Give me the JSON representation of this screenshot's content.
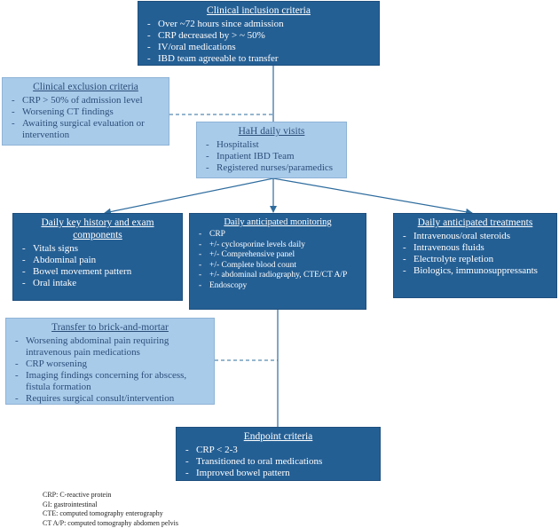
{
  "boxes": {
    "inclusion": {
      "title": "Clinical inclusion criteria",
      "items": [
        "Over ~72 hours since admission",
        "CRP decreased by > ~ 50%",
        "IV/oral medications",
        "IBD team agreeable to transfer"
      ]
    },
    "exclusion": {
      "title": "Clinical exclusion criteria",
      "items": [
        "CRP > 50% of admission level",
        "Worsening CT findings",
        "Awaiting surgical evaluation or intervention"
      ]
    },
    "hah": {
      "title": "HaH daily visits",
      "items": [
        "Hospitalist",
        "Inpatient IBD Team",
        "Registered nurses/paramedics"
      ]
    },
    "history": {
      "title": "Daily key history and exam components",
      "items": [
        "Vitals signs",
        "Abdominal pain",
        "Bowel movement pattern",
        "Oral intake"
      ]
    },
    "monitoring": {
      "title": "Daily anticipated monitoring",
      "items": [
        "CRP",
        "+/- cyclosporine levels daily",
        "+/- Comprehensive panel",
        "+/- Complete blood count",
        "+/- abdominal radiography, CTE/CT A/P",
        "Endoscopy"
      ]
    },
    "treatments": {
      "title": "Daily anticipated treatments",
      "items": [
        "Intravenous/oral steroids",
        "Intravenous fluids",
        "Electrolyte repletion",
        "Biologics, immunosuppressants"
      ]
    },
    "transfer": {
      "title": "Transfer to brick-and-mortar",
      "items": [
        "Worsening abdominal pain requiring intravenous pain medications",
        "CRP worsening",
        "Imaging findings concerning for abscess, fistula formation",
        "Requires surgical consult/intervention"
      ]
    },
    "endpoint": {
      "title": "Endpoint criteria",
      "items": [
        "CRP < 2-3",
        "Transitioned to oral medications",
        "Improved bowel pattern"
      ]
    }
  },
  "abbreviations": [
    "CRP: C-reactive protein",
    "GI: gastrointestinal",
    "CTE: computed tomography enterography",
    "CT A/P: computed tomography abdomen pelvis"
  ],
  "colors": {
    "dark_box": "#245f94",
    "light_box": "#a9cbea",
    "light_text": "#2b4e79",
    "connector": "#2e6c9e"
  }
}
